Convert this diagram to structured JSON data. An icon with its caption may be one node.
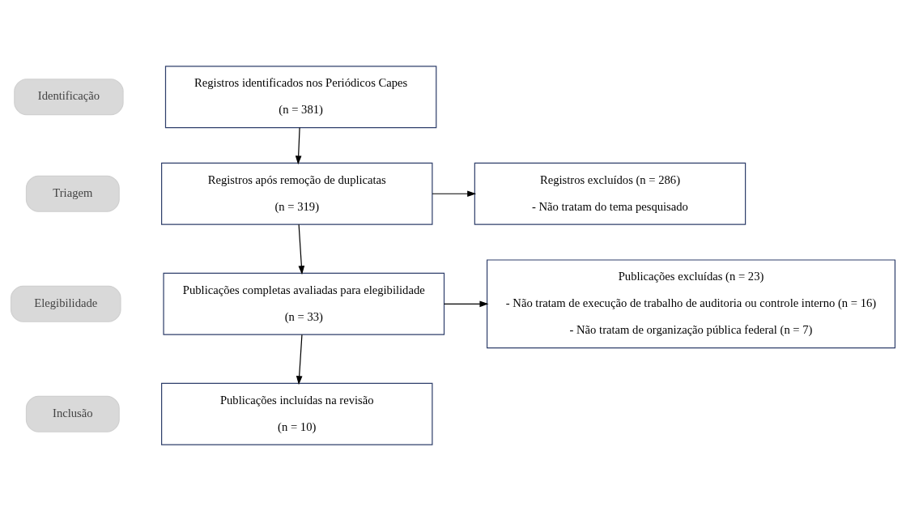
{
  "diagram": {
    "nodes": [
      {
        "text": [
          "Identificação"
        ]
      },
      {
        "text": [
          "Triagem"
        ]
      },
      {
        "text": [
          "Elegibilidade"
        ]
      },
      {
        "text": [
          "Inclusão"
        ]
      },
      {
        "text": [
          "Registros identificados nos Periódicos Capes",
          "(n = 381)"
        ]
      },
      {
        "text": [
          "Registros após remoção de duplicatas",
          "(n = 319)"
        ]
      },
      {
        "text": [
          "Registros excluídos (n = 286)",
          "- Não tratam do tema pesquisado"
        ]
      },
      {
        "text": [
          "Publicações completas avaliadas para elegibilidade",
          "(n = 33)"
        ]
      },
      {
        "text": [
          "Publicações excluídas (n = 23)",
          "- Não tratam de execução de trabalho de auditoria ou controle interno (n = 16)",
          "- Não tratam de organização pública federal (n = 7)"
        ]
      },
      {
        "text": [
          "Publicações incluídas na revisão",
          "(n = 10)"
        ]
      }
    ],
    "edges": [
      {
        "from": 4,
        "to": 5,
        "arrow": "to"
      },
      {
        "from": 5,
        "to": 7,
        "arrow": "to"
      },
      {
        "from": 5,
        "to": 6,
        "arrow": "to"
      },
      {
        "from": 7,
        "to": 9,
        "arrow": "to"
      },
      {
        "from": 7,
        "to": 8,
        "arrow": "to"
      }
    ]
  }
}
